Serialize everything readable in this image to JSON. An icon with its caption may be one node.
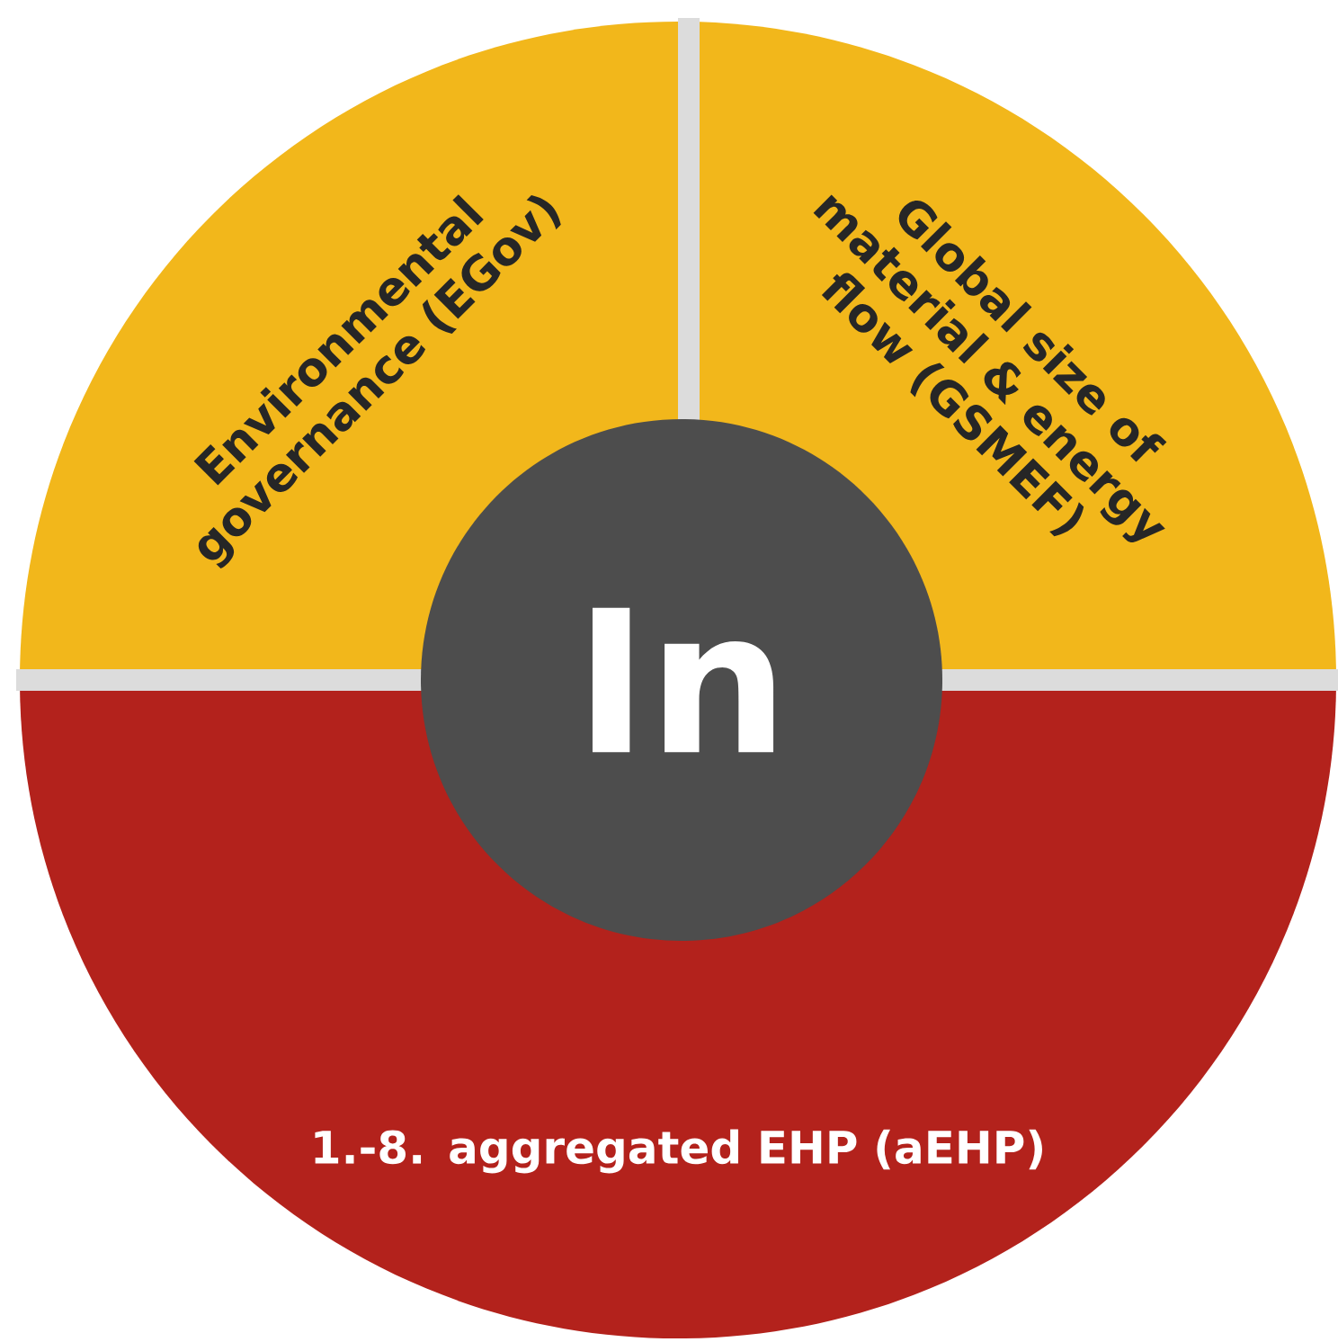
{
  "diagram": {
    "nodes": [
      {
        "text": [
          "Environmental governance (EGov)"
        ]
      },
      {
        "text": [
          "Global size of material & energy flow (GSMEF)"
        ]
      },
      {
        "text": [
          "1.-8. aggregated EHP (aEHP)"
        ]
      },
      {
        "text": [
          "In"
        ]
      }
    ]
  }
}
